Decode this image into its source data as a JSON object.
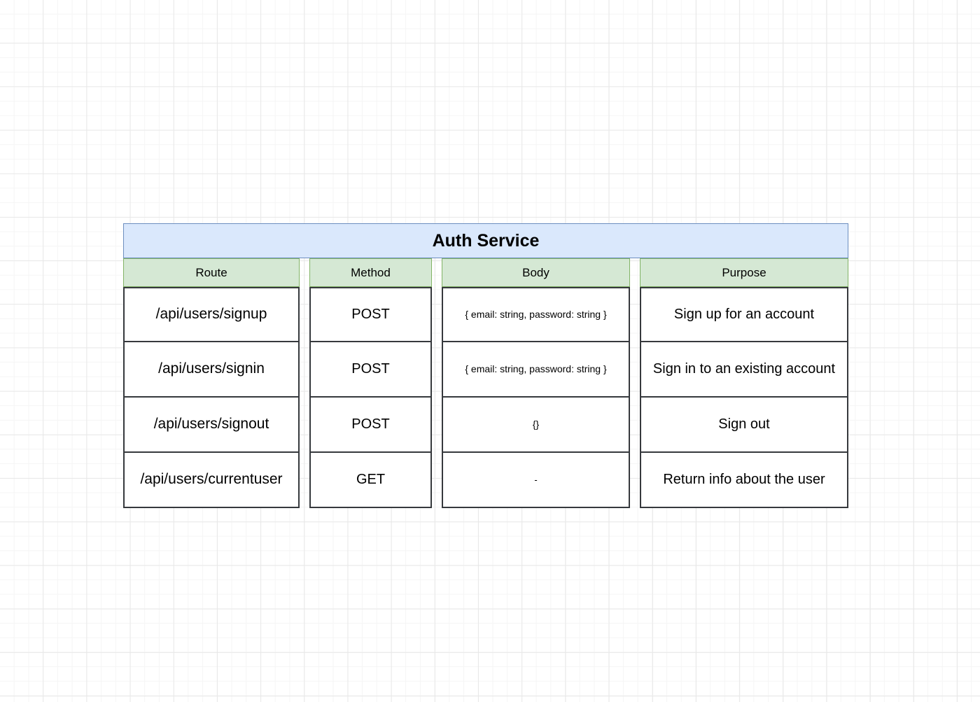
{
  "diagram": {
    "title": "Auth Service",
    "columns": [
      {
        "key": "route",
        "header": "Route"
      },
      {
        "key": "method",
        "header": "Method"
      },
      {
        "key": "body",
        "header": "Body"
      },
      {
        "key": "purpose",
        "header": "Purpose"
      }
    ],
    "rows": [
      {
        "route": "/api/users/signup",
        "method": "POST",
        "body": "{ email: string, password: string }",
        "purpose": "Sign up for an account"
      },
      {
        "route": "/api/users/signin",
        "method": "POST",
        "body": "{ email: string, password: string }",
        "purpose": "Sign in to an existing account"
      },
      {
        "route": "/api/users/signout",
        "method": "POST",
        "body": "{}",
        "purpose": "Sign out"
      },
      {
        "route": "/api/users/currentuser",
        "method": "GET",
        "body": "-",
        "purpose": "Return info about the user"
      }
    ]
  },
  "colors": {
    "title_fill": "#dae8fc",
    "title_stroke": "#6c8ebf",
    "header_fill": "#d5e8d4",
    "header_stroke": "#82b366",
    "cell_fill": "#ffffff",
    "cell_stroke": "#36393d",
    "canvas_bg": "#ffffff",
    "grid_minor": "#f5f5f5",
    "grid_major": "#e8e8e8",
    "text": "#000000"
  }
}
